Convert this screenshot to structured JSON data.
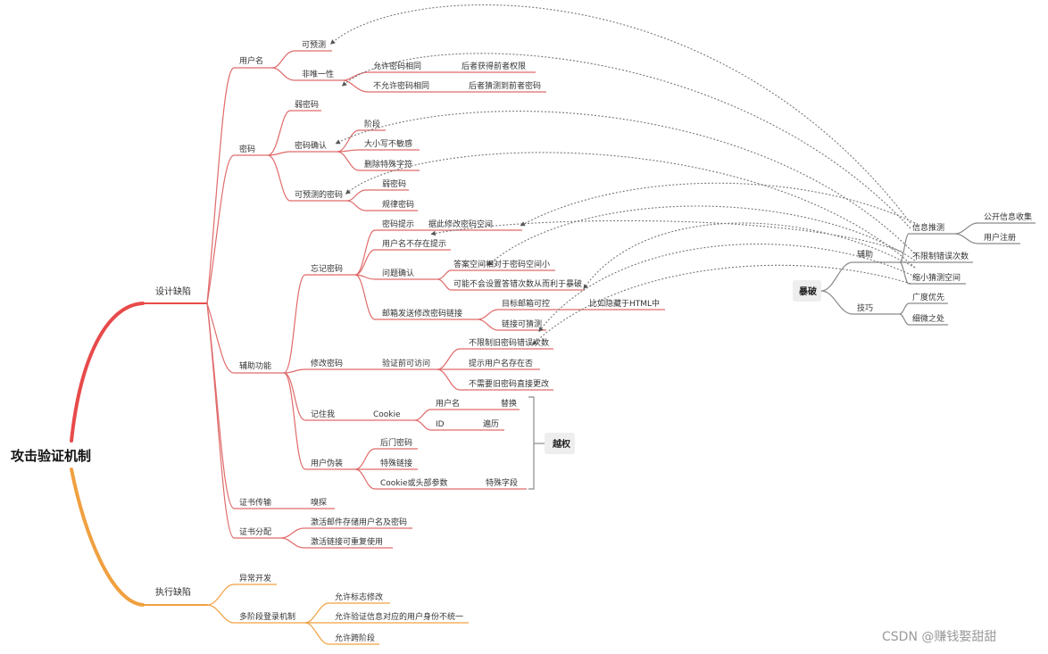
{
  "root": "攻击验证机制",
  "branches": {
    "design": "设计缺陷",
    "exec": "执行缺陷"
  },
  "username": {
    "label": "用户名",
    "predictable": "可预测",
    "non_unique": "非唯一性",
    "allow_same": "允许密码相同",
    "allow_same_result": "后者获得前者权限",
    "disallow_same": "不允许密码相同",
    "disallow_same_result": "后者猜测到前者密码"
  },
  "password": {
    "label": "密码",
    "weak": "弱密码",
    "confirm": "密码确认",
    "truncate": "阶段",
    "case_insensitive": "大小写不敏感",
    "strip_special": "删除特殊字符",
    "predictable": "可预测的密码",
    "weak2": "弱密码",
    "regular": "规律密码"
  },
  "aux": {
    "label": "辅助功能",
    "forgot": "忘记密码",
    "hint": "密码提示",
    "reduce_space": "据此修改密码空间",
    "user_not_exist": "用户名不存在提示",
    "question": "问题确认",
    "answer_space": "答案空间相对于密码空间小",
    "no_limit_answer": "可能不会设置答错次数从而利于暴破",
    "email_link": "邮箱发送修改密码链接",
    "email_controllable": "目标邮箱可控",
    "hidden_html": "比如隐藏于HTML中",
    "link_guess": "链接可猜测",
    "change_pw": "修改密码",
    "pre_verify": "验证前可访问",
    "no_limit_old": "不限制旧密码错误次数",
    "hint_user_exists": "提示用户名存在否",
    "no_old_needed": "不需要旧密码直接更改",
    "remember": "记住我",
    "cookie": "Cookie",
    "username_f": "用户名",
    "replace": "替换",
    "id": "ID",
    "traverse": "遍历",
    "impersonate": "用户伪装",
    "backdoor": "后门密码",
    "special_link": "特殊链接",
    "cookie_param": "Cookie或头部参数",
    "special_field": "特殊字段",
    "privilege": "越权"
  },
  "cert_transfer": {
    "label": "证书传输",
    "sniff": "嗅探"
  },
  "cert_dist": {
    "label": "证书分配",
    "email_store": "激活邮件存储用户名及密码",
    "reuse_link": "激活链接可重复使用"
  },
  "exec": {
    "exception": "异常开发",
    "multistage": "多阶段登录机制",
    "allow_flag": "允许标志修改",
    "allow_mismatch": "允许验证信息对应的用户身份不统一",
    "allow_skip": "允许跨阶段"
  },
  "brute": {
    "label": "暴破",
    "aux": "辅助",
    "info_guess": "信息推测",
    "public_info": "公开信息收集",
    "user_reg": "用户注册",
    "unlimited": "不限制错误次数",
    "narrow": "缩小猜测空间",
    "tips": "技巧",
    "breadth": "广度优先",
    "detail": "细微之处"
  },
  "watermark": "CSDN @赚钱娶甜甜",
  "colors": {
    "root_branch": "#e84a4a",
    "design_line": "#e06a6a",
    "exec_line": "#f0a040",
    "gray_line": "#8a8a8a",
    "dashed": "#777777"
  }
}
